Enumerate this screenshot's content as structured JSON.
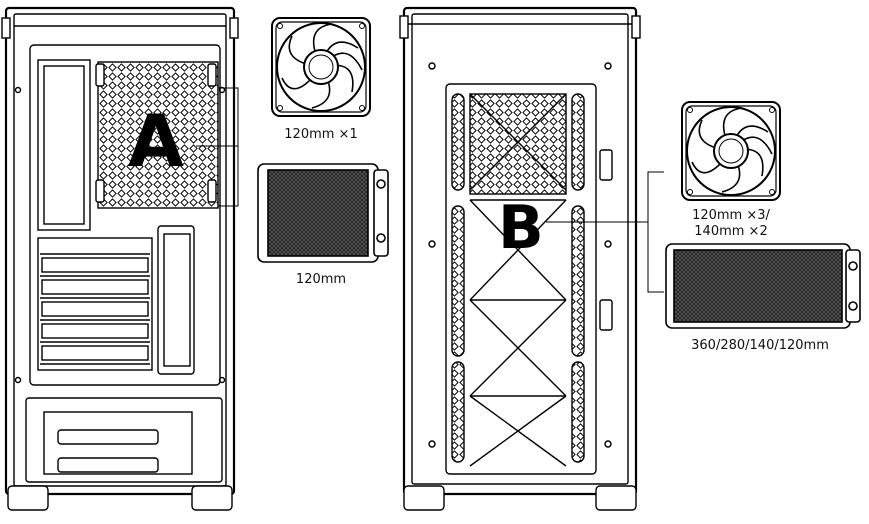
{
  "diagram": {
    "sections": [
      {
        "letter": "A",
        "fan_label": "120mm  ×1",
        "radiator_label": "120mm"
      },
      {
        "letter": "B",
        "fan_label_line1": "120mm  ×3/",
        "fan_label_line2": "140mm  ×2",
        "radiator_label": "360/280/140/120mm"
      }
    ],
    "colors": {
      "line": "#000000",
      "background": "#ffffff"
    },
    "icons": [
      "pc-case-side-panel-icon",
      "pc-case-front-panel-icon",
      "fan-icon",
      "radiator-icon"
    ]
  }
}
